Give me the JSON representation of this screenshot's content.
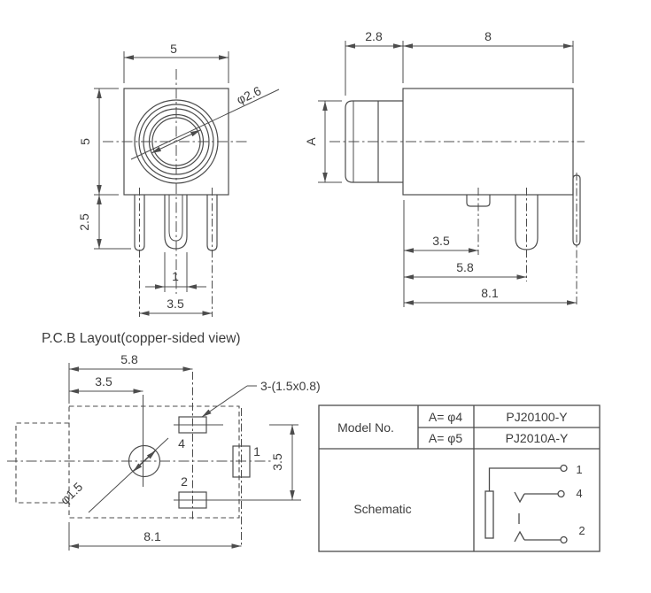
{
  "front_view": {
    "dim_top": "5",
    "dim_left": "5",
    "dim_pin_length": "2.5",
    "dim_pin_width": "1",
    "dim_pin_span": "3.5",
    "hole_dia": "φ2.6"
  },
  "side_view": {
    "dim_barrel": "2.8",
    "dim_body": "8",
    "dim_height": "A",
    "dim_tab": "3.5",
    "dim_pin": "5.8",
    "dim_end": "8.1"
  },
  "pcb_layout": {
    "title": "P.C.B Layout(copper-sided view)",
    "dim_pad4_x": "5.8",
    "dim_hole_x": "3.5",
    "pad_note": "3-(1.5x0.8)",
    "hole_dia": "φ1.5",
    "dim_width": "8.1",
    "dim_pad_gap": "3.5",
    "pad_4_label": "4",
    "pad_1_label": "1",
    "pad_2_label": "2"
  },
  "spec_table": {
    "model_label": "Model No.",
    "rows": [
      {
        "variant": "A= φ4",
        "model": "PJ20100-Y"
      },
      {
        "variant": "A= φ5",
        "model": "PJ2010A-Y"
      }
    ],
    "schematic_label": "Schematic",
    "schematic_pins": {
      "pin1": "1",
      "pin4": "4",
      "pin2": "2"
    }
  }
}
